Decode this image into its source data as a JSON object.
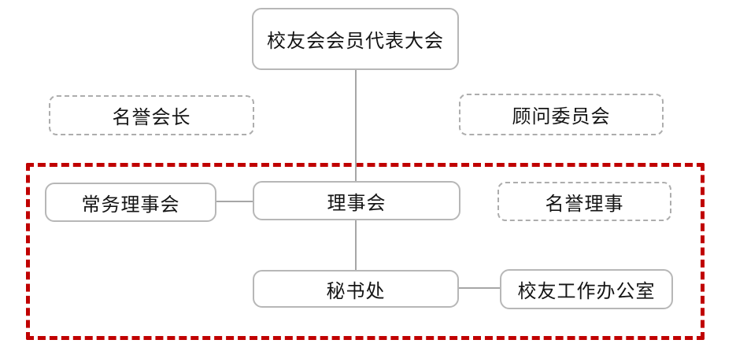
{
  "diagram": {
    "type": "org-chart",
    "nodes": {
      "assembly": {
        "label": "校友会会员代表大会",
        "style": "solid"
      },
      "honorary_president": {
        "label": "名誉会长",
        "style": "dashed"
      },
      "advisory_committee": {
        "label": "顾问委员会",
        "style": "dashed"
      },
      "standing_council": {
        "label": "常务理事会",
        "style": "solid"
      },
      "council": {
        "label": "理事会",
        "style": "solid"
      },
      "honorary_director": {
        "label": "名誉理事",
        "style": "dashed"
      },
      "secretariat": {
        "label": "秘书处",
        "style": "solid"
      },
      "alumni_office": {
        "label": "校友工作办公室",
        "style": "solid"
      }
    },
    "edges": [
      {
        "from": "assembly",
        "to": "council",
        "orientation": "vertical"
      },
      {
        "from": "standing_council",
        "to": "council",
        "orientation": "horizontal"
      },
      {
        "from": "council",
        "to": "secretariat",
        "orientation": "vertical"
      },
      {
        "from": "secretariat",
        "to": "alumni_office",
        "orientation": "horizontal"
      }
    ],
    "highlight_region": {
      "contains": [
        "standing_council",
        "council",
        "honorary_director",
        "secretariat",
        "alumni_office"
      ]
    },
    "colors": {
      "background": "#ffffff",
      "box_border": "#b7b7b7",
      "dashed_box_border": "#adadad",
      "connector": "#a6a6a6",
      "highlight_border": "#c00000",
      "text": "#141414"
    }
  }
}
